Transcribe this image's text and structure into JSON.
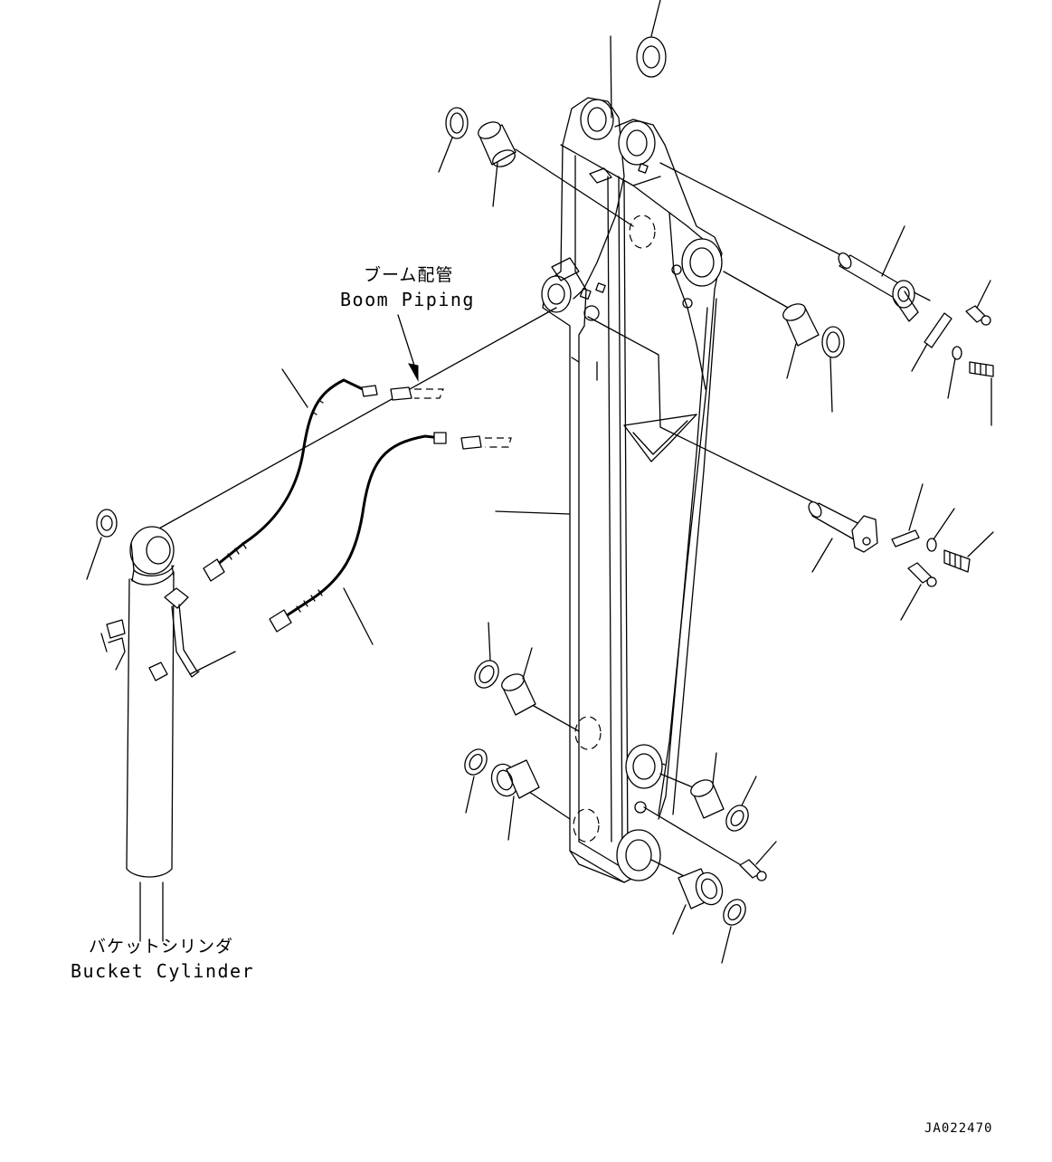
{
  "labels": {
    "boom_piping_jp": "ブーム配管",
    "boom_piping_en": "Boom Piping",
    "bucket_cylinder_jp": "バケットシリンダ",
    "bucket_cylinder_en": "Bucket Cylinder",
    "drawing_code": "JA022470"
  }
}
